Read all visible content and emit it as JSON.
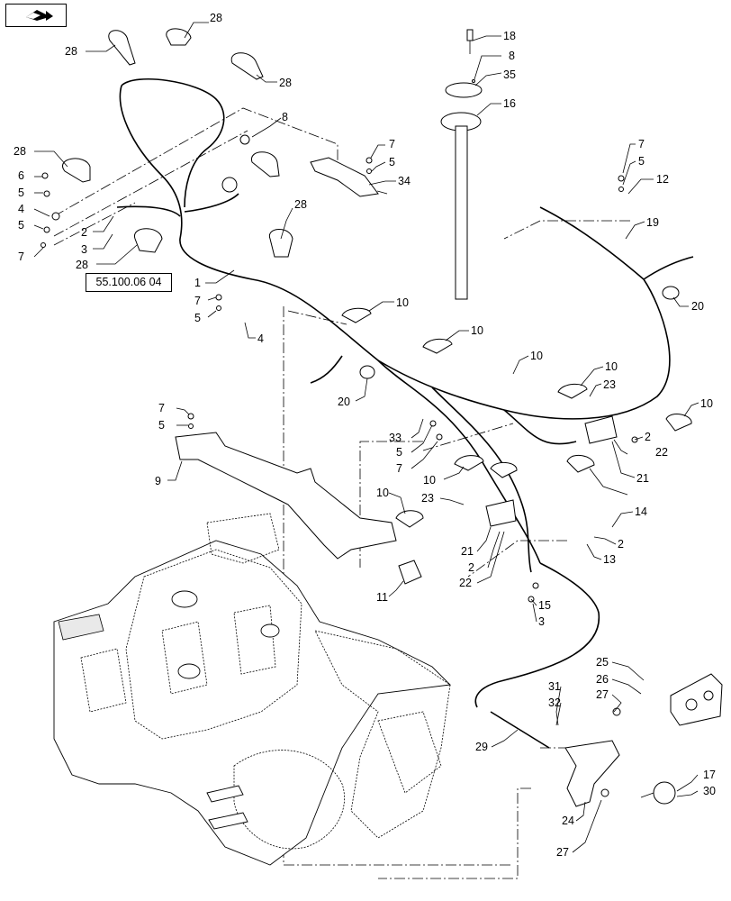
{
  "reference_label": "55.100.06 04",
  "nav_icon": "arrow-right-icon",
  "callouts": [
    {
      "id": "c-28a",
      "text": "28"
    },
    {
      "id": "c-28b",
      "text": "28"
    },
    {
      "id": "c-28c",
      "text": "28"
    },
    {
      "id": "c-28d",
      "text": "28"
    },
    {
      "id": "c-28e",
      "text": "28"
    },
    {
      "id": "c-28f",
      "text": "28"
    },
    {
      "id": "c-28g",
      "text": "28"
    },
    {
      "id": "c-8a",
      "text": "8"
    },
    {
      "id": "c-8b",
      "text": "8"
    },
    {
      "id": "c-18",
      "text": "18"
    },
    {
      "id": "c-35",
      "text": "35"
    },
    {
      "id": "c-16",
      "text": "16"
    },
    {
      "id": "c-6",
      "text": "6"
    },
    {
      "id": "c-5a",
      "text": "5"
    },
    {
      "id": "c-4a",
      "text": "4"
    },
    {
      "id": "c-5b",
      "text": "5"
    },
    {
      "id": "c-7a",
      "text": "7"
    },
    {
      "id": "c-2a",
      "text": "2"
    },
    {
      "id": "c-3a",
      "text": "3"
    },
    {
      "id": "c-7b",
      "text": "7"
    },
    {
      "id": "c-5c",
      "text": "5"
    },
    {
      "id": "c-34",
      "text": "34"
    },
    {
      "id": "c-7c",
      "text": "7"
    },
    {
      "id": "c-5d",
      "text": "5"
    },
    {
      "id": "c-12",
      "text": "12"
    },
    {
      "id": "c-19",
      "text": "19"
    },
    {
      "id": "c-20a",
      "text": "20"
    },
    {
      "id": "c-1",
      "text": "1"
    },
    {
      "id": "c-7d",
      "text": "7"
    },
    {
      "id": "c-5e",
      "text": "5"
    },
    {
      "id": "c-4b",
      "text": "4"
    },
    {
      "id": "c-10a",
      "text": "10"
    },
    {
      "id": "c-10b",
      "text": "10"
    },
    {
      "id": "c-10c",
      "text": "10"
    },
    {
      "id": "c-10d",
      "text": "10"
    },
    {
      "id": "c-10e",
      "text": "10"
    },
    {
      "id": "c-10f",
      "text": "10"
    },
    {
      "id": "c-10g",
      "text": "10"
    },
    {
      "id": "c-33a",
      "text": "33"
    },
    {
      "id": "c-20b",
      "text": "20"
    },
    {
      "id": "c-23a",
      "text": "23"
    },
    {
      "id": "c-7e",
      "text": "7"
    },
    {
      "id": "c-5f",
      "text": "5"
    },
    {
      "id": "c-9",
      "text": "9"
    },
    {
      "id": "c-33b",
      "text": "33"
    },
    {
      "id": "c-5g",
      "text": "5"
    },
    {
      "id": "c-7f",
      "text": "7"
    },
    {
      "id": "c-2b",
      "text": "2"
    },
    {
      "id": "c-22a",
      "text": "22"
    },
    {
      "id": "c-21a",
      "text": "21"
    },
    {
      "id": "c-23b",
      "text": "23"
    },
    {
      "id": "c-14",
      "text": "14"
    },
    {
      "id": "c-2c",
      "text": "2"
    },
    {
      "id": "c-13",
      "text": "13"
    },
    {
      "id": "c-21b",
      "text": "21"
    },
    {
      "id": "c-2d",
      "text": "2"
    },
    {
      "id": "c-22b",
      "text": "22"
    },
    {
      "id": "c-11",
      "text": "11"
    },
    {
      "id": "c-15",
      "text": "15"
    },
    {
      "id": "c-3b",
      "text": "3"
    },
    {
      "id": "c-25",
      "text": "25"
    },
    {
      "id": "c-26",
      "text": "26"
    },
    {
      "id": "c-27a",
      "text": "27"
    },
    {
      "id": "c-31",
      "text": "31"
    },
    {
      "id": "c-32",
      "text": "32"
    },
    {
      "id": "c-29",
      "text": "29"
    },
    {
      "id": "c-24",
      "text": "24"
    },
    {
      "id": "c-17",
      "text": "17"
    },
    {
      "id": "c-30",
      "text": "30"
    },
    {
      "id": "c-27b",
      "text": "27"
    }
  ]
}
